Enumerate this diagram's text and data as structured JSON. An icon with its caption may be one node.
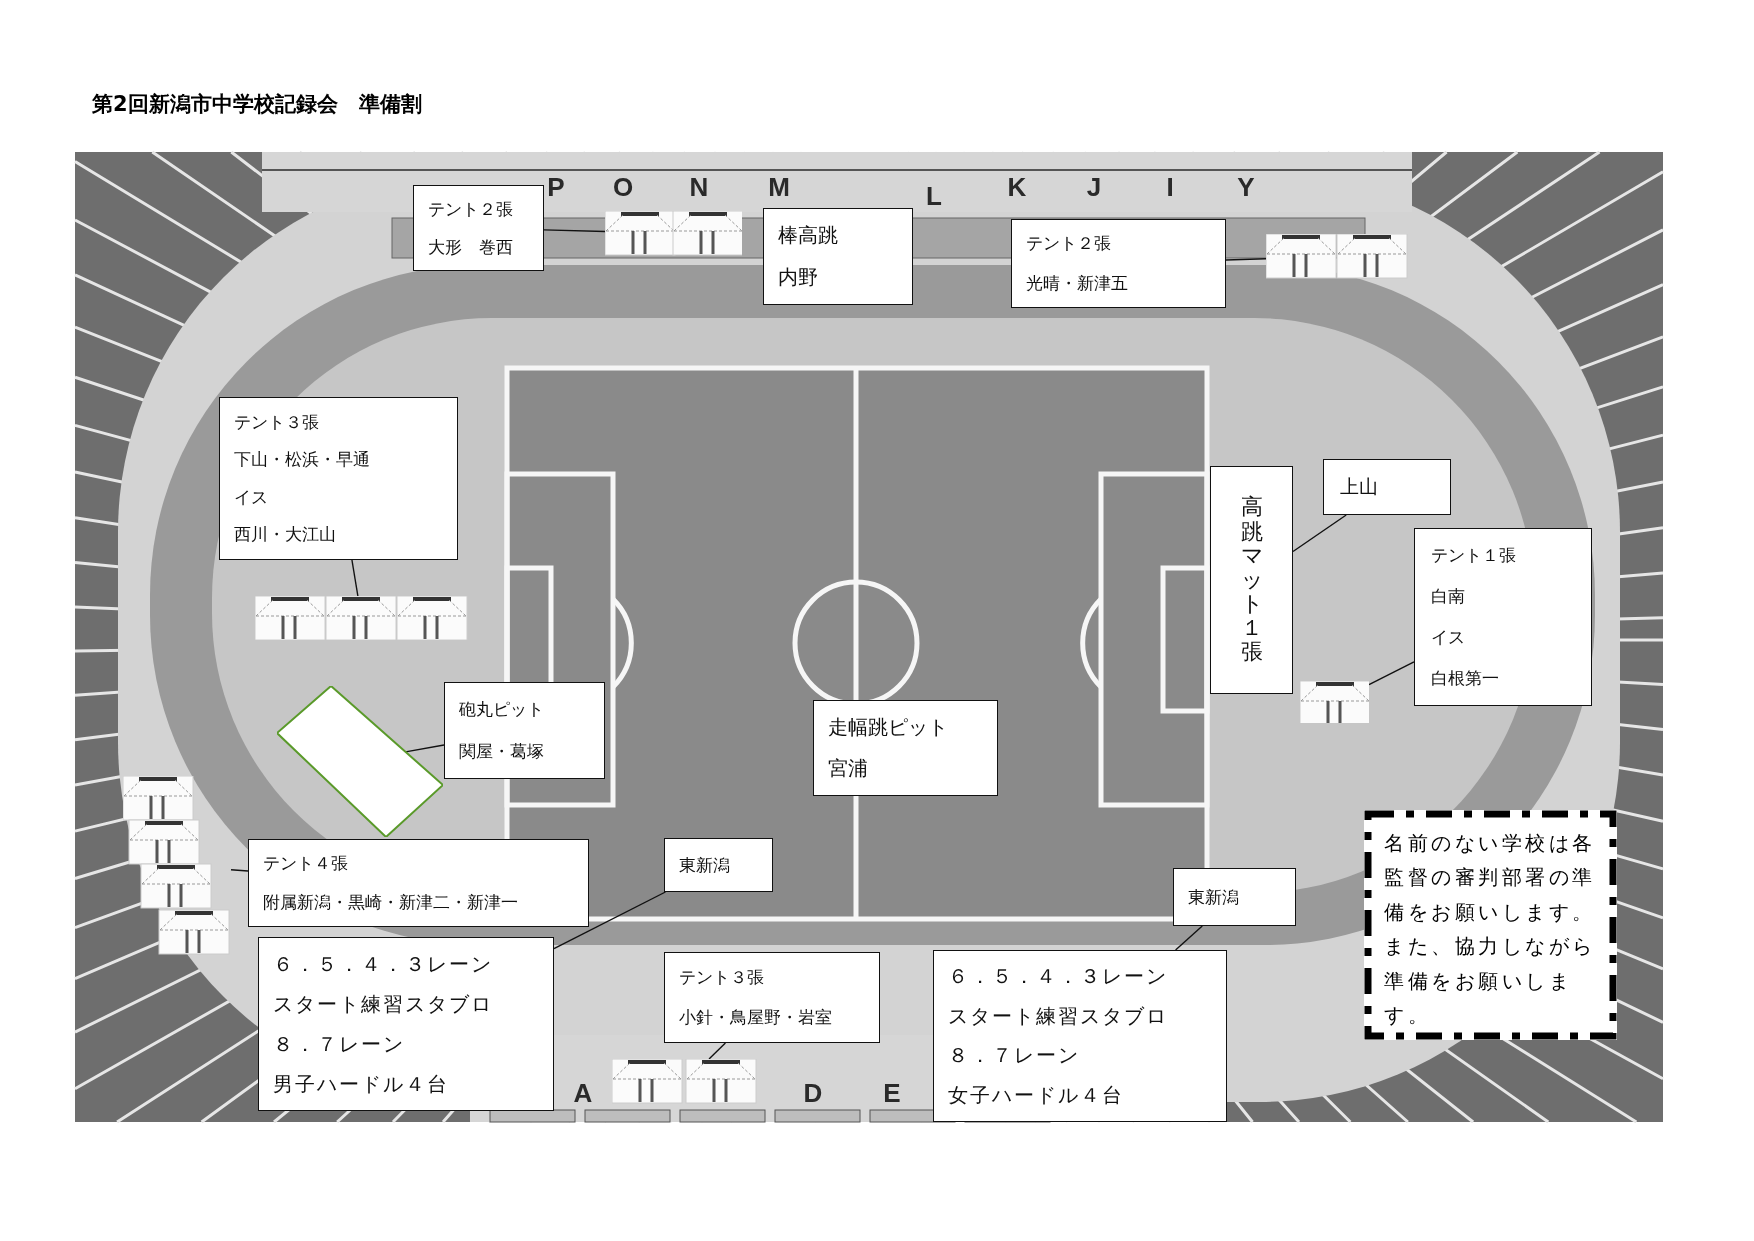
{
  "diagram": {
    "title": "第2回新潟市中学校記録会　準備割",
    "nodes": [
      {
        "text": [
          "テント２張",
          "大形　巻西"
        ]
      },
      {
        "text": [],
        "shape": "picture"
      },
      {
        "text": [
          "棒高跳",
          "内野"
        ]
      },
      {
        "text": [
          "テント２張",
          "光晴・新津五"
        ]
      },
      {
        "text": [],
        "shape": "picture"
      },
      {
        "text": [
          "テント３張",
          "下山・松浜・早通",
          "イス",
          "西川・大江山"
        ]
      },
      {
        "text": [],
        "shape": "picture"
      },
      {
        "text": [
          "高跳マット１張"
        ]
      },
      {
        "text": [
          "上山"
        ]
      },
      {
        "text": [
          "テント１張",
          "白南",
          "イス",
          "白根第一"
        ]
      },
      {
        "text": [],
        "shape": "picture"
      },
      {
        "text": [
          "砲丸ピット",
          "関屋・葛塚"
        ]
      },
      {
        "text": [],
        "shape": "polygon"
      },
      {
        "text": [
          "走幅跳ピット",
          "宮浦"
        ]
      },
      {
        "text": [],
        "shape": "picture"
      },
      {
        "text": [
          "テント４張",
          "附属新潟・黒崎・新津二・新津一"
        ]
      },
      {
        "text": [
          "東新潟"
        ]
      },
      {
        "text": [
          "６．５．４．３レーン",
          "スタート練習スタブロ",
          "８．７レーン",
          "男子ハードル４台"
        ]
      },
      {
        "text": [
          "テント３張",
          "小針・鳥屋野・岩室"
        ]
      },
      {
        "text": [],
        "shape": "picture"
      },
      {
        "text": [
          "東新潟"
        ]
      },
      {
        "text": [
          "６．５．４．３レーン",
          "スタート練習スタブロ",
          "８．７レーン",
          "女子ハードル４台"
        ]
      },
      {
        "text": [
          "名前のない学校は各監督の審判部署の準備をお願いします。また、協力しながら準備をお願いします。"
        ]
      }
    ],
    "edges": [
      {
        "from": 0,
        "to": 1,
        "arrow": "none"
      },
      {
        "from": 3,
        "to": 4,
        "arrow": "none"
      },
      {
        "from": 5,
        "to": 6,
        "arrow": "none"
      },
      {
        "from": 8,
        "to": 7,
        "arrow": "none"
      },
      {
        "from": 9,
        "to": 10,
        "arrow": "none"
      },
      {
        "from": 11,
        "to": 12,
        "arrow": "none"
      },
      {
        "from": 15,
        "to": 14,
        "arrow": "none"
      },
      {
        "from": 16,
        "to": 17,
        "arrow": "none"
      },
      {
        "from": 18,
        "to": 19,
        "arrow": "none"
      },
      {
        "from": 20,
        "to": 21,
        "arrow": "none"
      }
    ],
    "labels": [
      "P",
      "O",
      "N",
      "M",
      "L",
      "K",
      "J",
      "I",
      "Y",
      "A",
      "D",
      "E"
    ]
  }
}
